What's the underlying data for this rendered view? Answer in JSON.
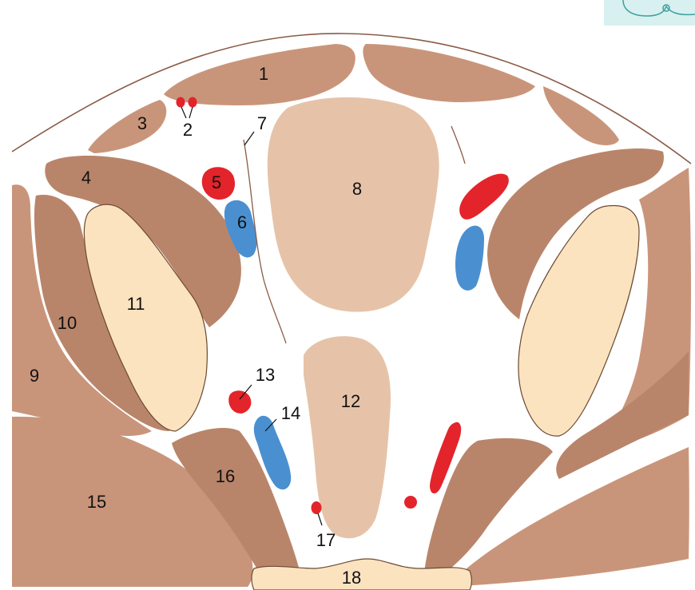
{
  "colors": {
    "muscle": "#c9957a",
    "muscle_dark": "#b9856a",
    "organ": "#e6c3a8",
    "bone": "#fbe3c0",
    "bone_stroke": "#6b4a33",
    "artery": "#e3242b",
    "vein": "#4a90d0",
    "outline": "#8a5a45",
    "inset_fill": "#d8f0f0",
    "inset_stroke": "#3aa0a0"
  },
  "labels": {
    "l1": "1",
    "l2": "2",
    "l3": "3",
    "l4": "4",
    "l5": "5",
    "l6": "6",
    "l7": "7",
    "l8": "8",
    "l9": "9",
    "l10": "10",
    "l11": "11",
    "l12": "12",
    "l13": "13",
    "l14": "14",
    "l15": "15",
    "l16": "16",
    "l17": "17",
    "l18": "18"
  }
}
